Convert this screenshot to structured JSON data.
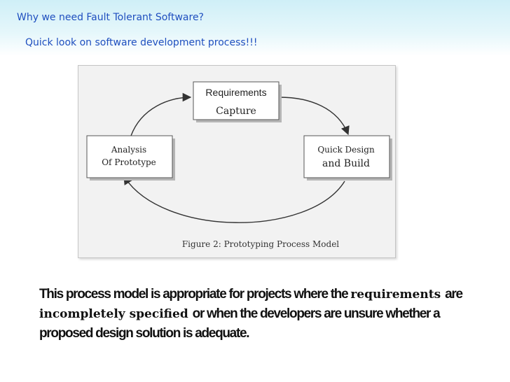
{
  "slide": {
    "title": "Why we need Fault Tolerant Software?",
    "subtitle": "Quick look on software development process!!!"
  },
  "diagram": {
    "nodes": {
      "requirements_line1": "Requirements",
      "requirements_line2": "Capture",
      "quick_design_line1": "Quick Design",
      "quick_design_line2": "and Build",
      "analysis_line1": "Analysis",
      "analysis_line2": "Of Prototype"
    },
    "caption": "Figure 2: Prototyping Process Model"
  },
  "body": {
    "part1": "This process model is appropriate for projects where the ",
    "part2": "requirements ",
    "part3": "are ",
    "part4": "incompletely specified ",
    "part5": "or when the developers are unsure whether a proposed design solution is adequate."
  }
}
